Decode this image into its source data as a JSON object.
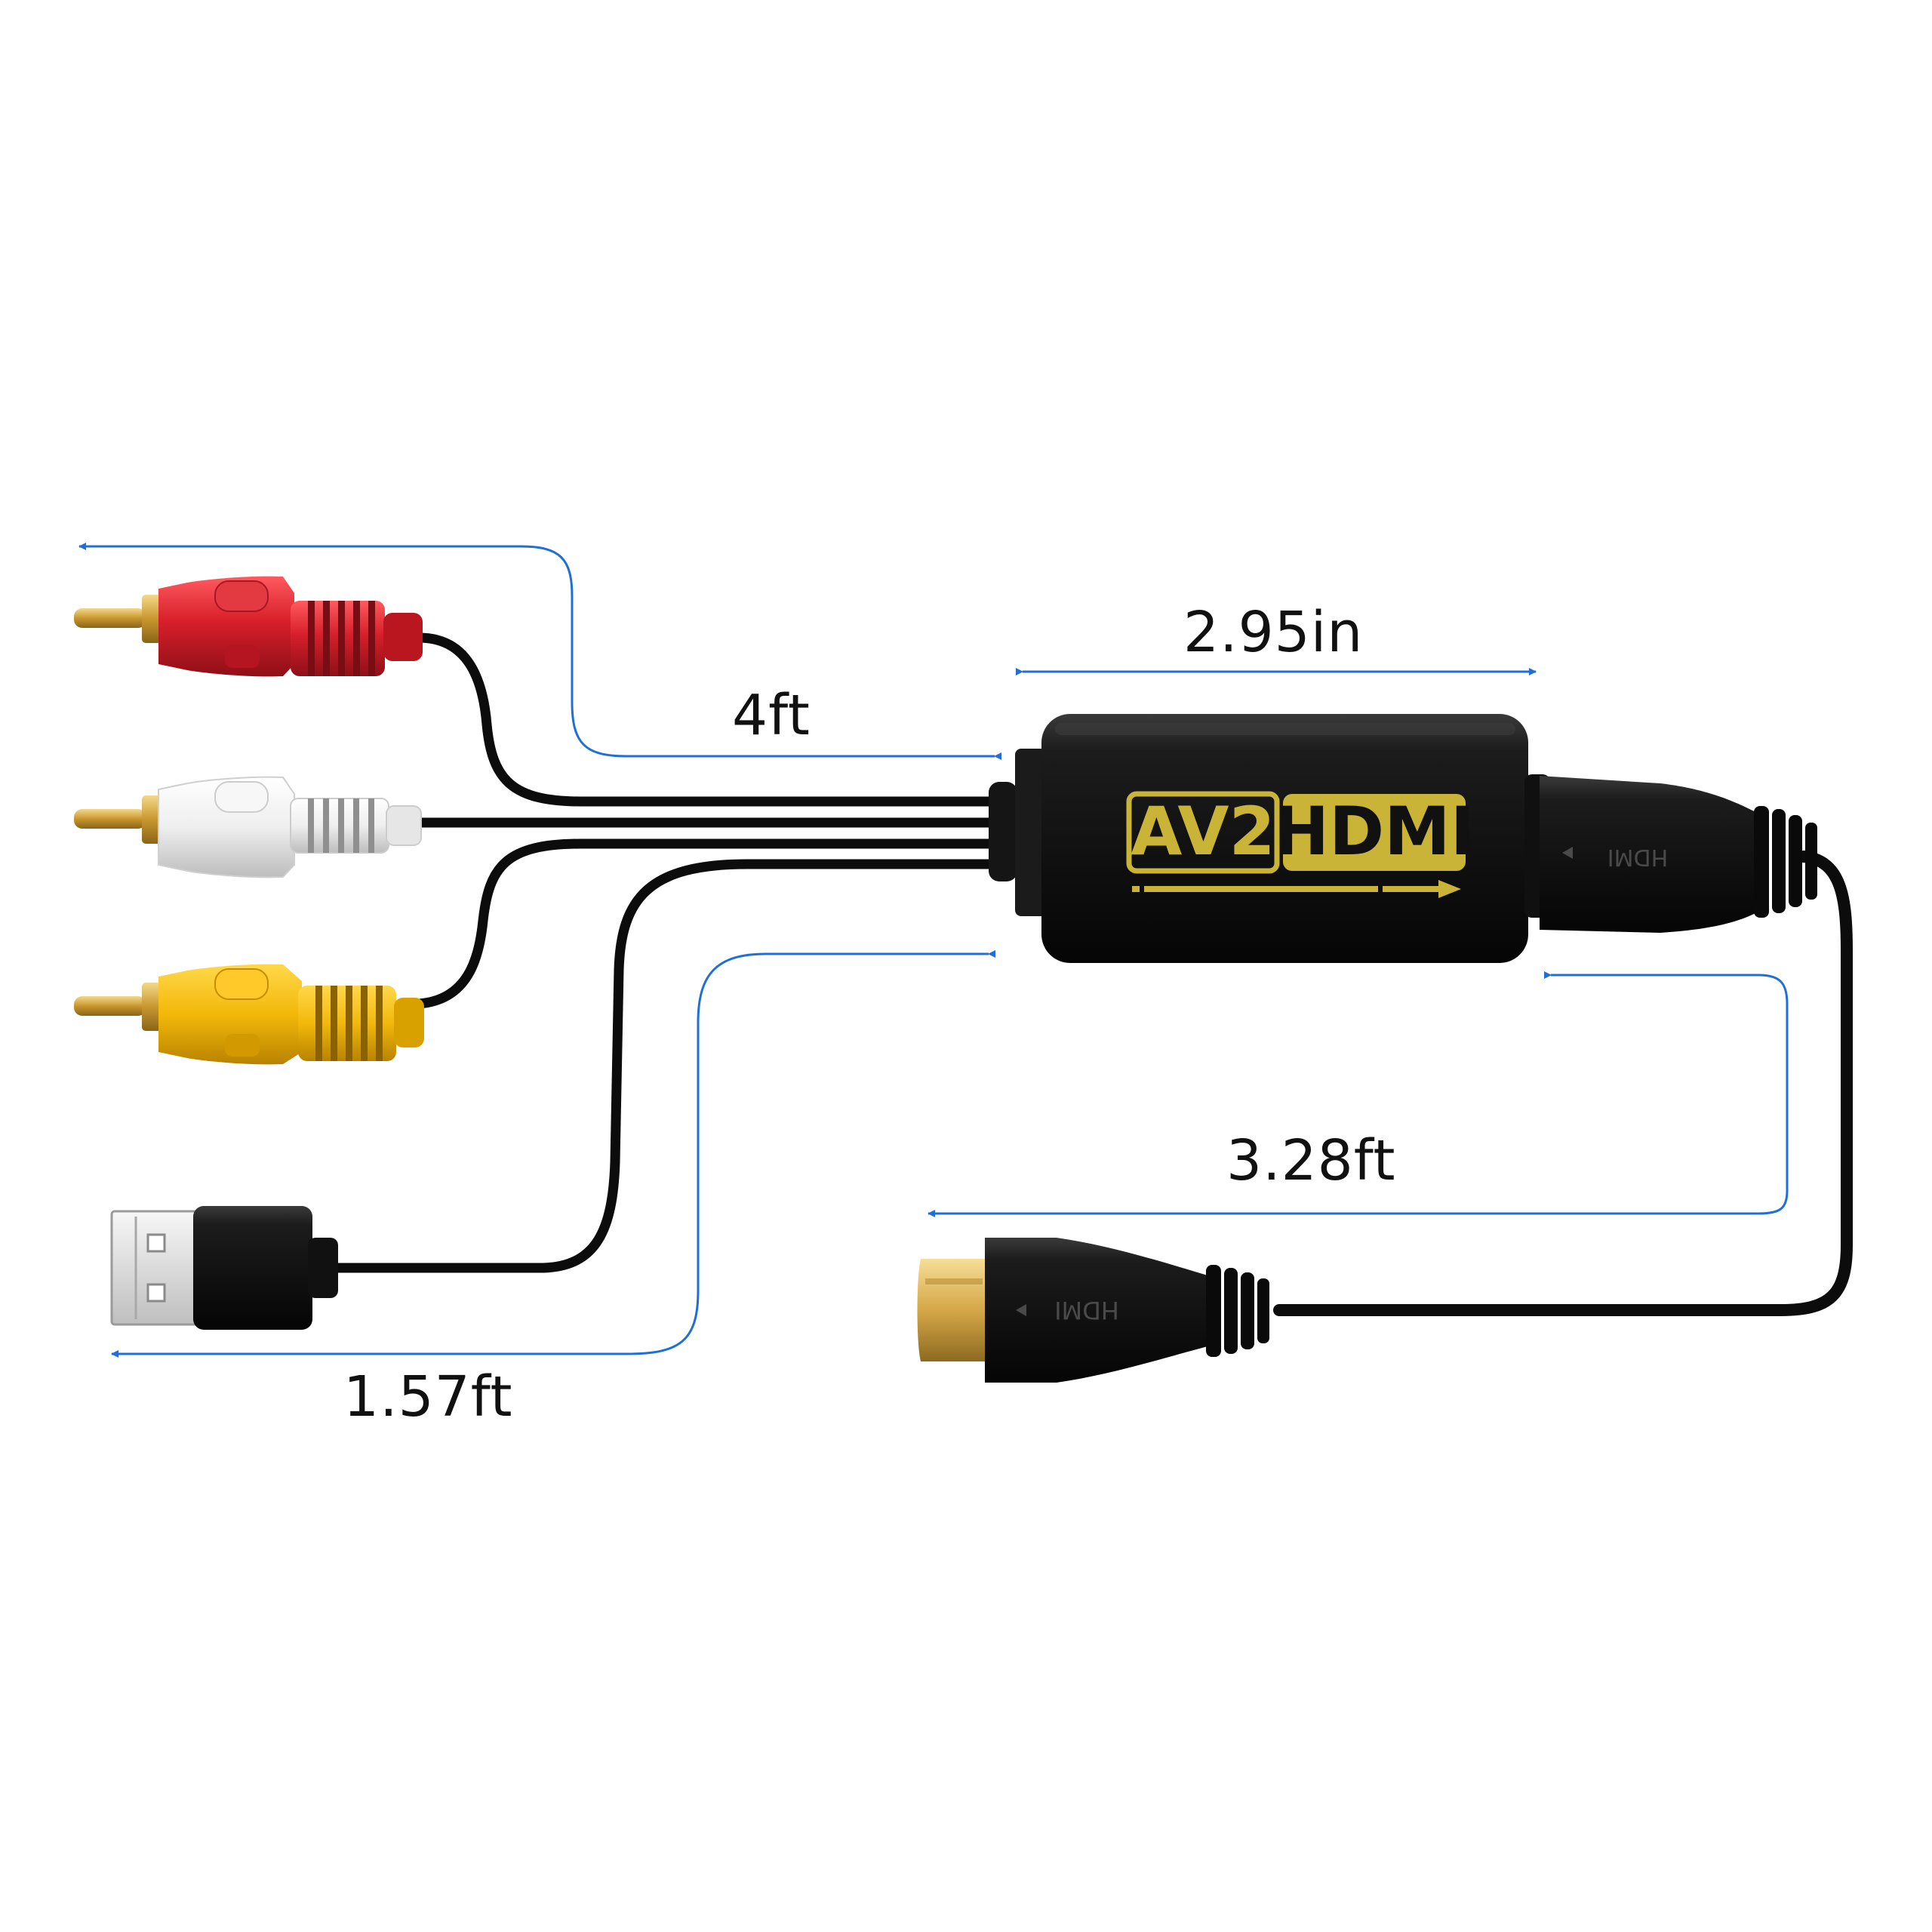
{
  "dimensions": {
    "rca_cable_length": "4ft",
    "converter_body_length": "2.95in",
    "hdmi_cable_length": "3.28ft",
    "usb_cable_length": "1.57ft"
  },
  "logo": {
    "left": "AV2",
    "right": "HDMI"
  },
  "connector_marks": {
    "hdmi_female": "HDMI",
    "hdmi_male": "HDMI"
  },
  "colors": {
    "arrow_blue": "#1f6fd6",
    "cable_black": "#0c0c0c",
    "body_black": "#141414",
    "logo_gold": "#c9b437",
    "rca_red": "#d71f2a",
    "rca_white": "#f2f2f2",
    "rca_yellow": "#f2b80a",
    "pin_gold": "#d8b25a"
  },
  "icons": {
    "rca_red": "rca-plug-icon",
    "rca_white": "rca-plug-icon",
    "rca_yellow": "rca-plug-icon",
    "usb": "usb-a-plug-icon",
    "hdmi": "hdmi-plug-icon"
  }
}
